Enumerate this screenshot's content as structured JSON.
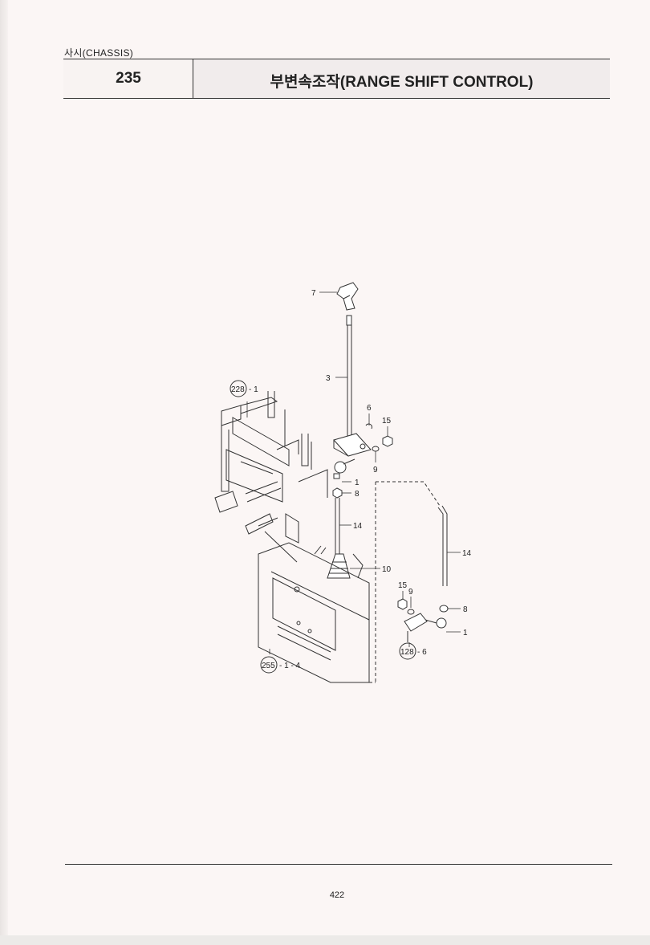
{
  "header": {
    "section": "사시(CHASSIS)",
    "ref_number": "235",
    "title": "부변속조작(RANGE SHIFT CONTROL)"
  },
  "diagram": {
    "callouts": {
      "c7": "7",
      "c3": "3",
      "c6": "6",
      "c15a": "15",
      "c9a": "9",
      "c1a": "1",
      "c8a": "8",
      "c14a": "14",
      "c10": "10",
      "c14b": "14",
      "c15b": "15",
      "c9b": "9",
      "c8b": "8",
      "c1b": "1",
      "ref228": "228",
      "ref228_suffix": "- 1",
      "ref255": "255",
      "ref255_suffix": "- 1 - 4",
      "ref128": "128",
      "ref128_suffix": "- 6"
    }
  },
  "footer": {
    "page_number": "422"
  }
}
